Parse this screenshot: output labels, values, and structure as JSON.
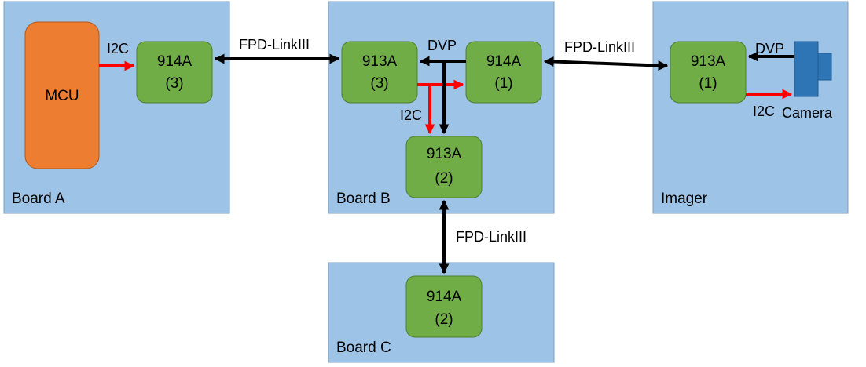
{
  "colors": {
    "board_fill": "#9dc3e6",
    "board_stroke": "#7f9fbf",
    "chip_fill": "#70ad47",
    "chip_stroke": "#507e32",
    "mcu_fill": "#ed7d31",
    "mcu_stroke": "#ae5a21",
    "camera_fill": "#2e75b6",
    "i2c_arrow": "#ff0000",
    "data_arrow": "#000000"
  },
  "boards": {
    "a": "Board A",
    "b": "Board B",
    "c": "Board C",
    "imager": "Imager"
  },
  "chips": {
    "mcu": "MCU",
    "a_914a_name": "914A",
    "a_914a_index": "(3)",
    "b_913a_3_name": "913A",
    "b_913a_3_index": "(3)",
    "b_914a_1_name": "914A",
    "b_914a_1_index": "(1)",
    "b_913a_2_name": "913A",
    "b_913a_2_index": "(2)",
    "c_914a_name": "914A",
    "c_914a_index": "(2)",
    "img_913a_name": "913A",
    "img_913a_index": "(1)",
    "camera": "Camera"
  },
  "links": {
    "i2c_a": "I2C",
    "fpd_ab": "FPD-LinkIII",
    "dvp_b": "DVP",
    "i2c_b": "I2C",
    "fpd_b_imager": "FPD-LinkIII",
    "dvp_imager": "DVP",
    "i2c_imager": "I2C",
    "fpd_bc": "FPD-LinkIII"
  },
  "icons": {
    "camera": "camera-icon"
  }
}
